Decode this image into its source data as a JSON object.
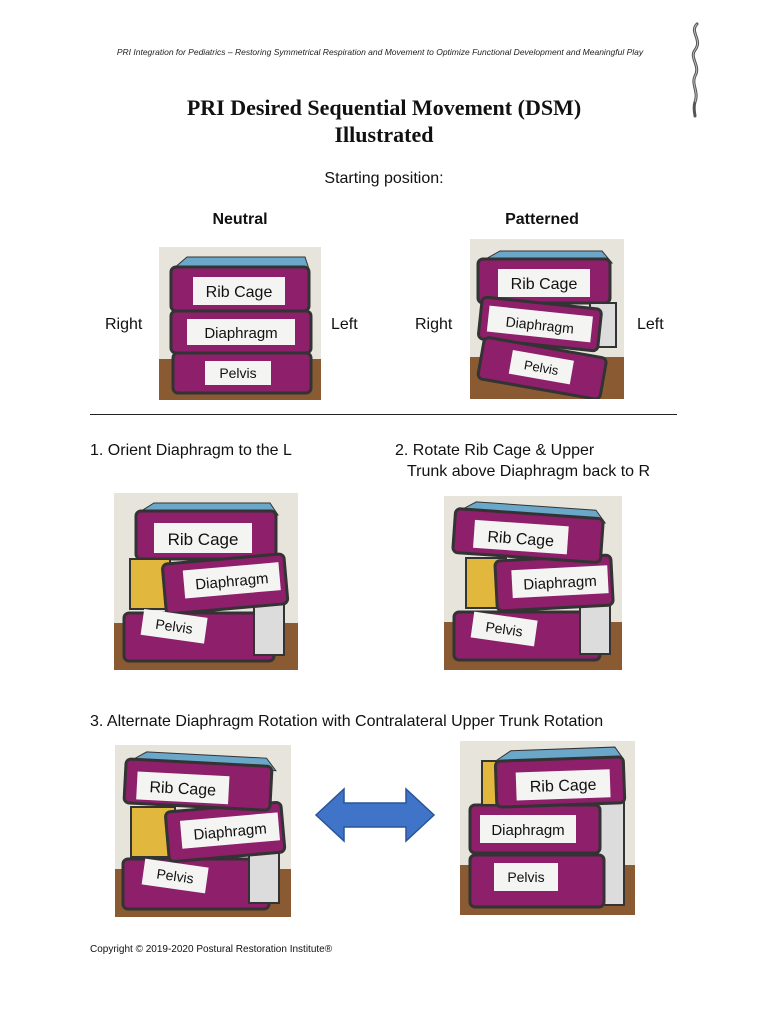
{
  "header": {
    "running_title": "PRI Integration for Pediatrics – Restoring Symmetrical Respiration and Movement to Optimize Functional Development and Meaningful Play"
  },
  "title": {
    "line1": "PRI Desired Sequential Movement (DSM)",
    "line2": "Illustrated"
  },
  "starting_position": "Starting position:",
  "columns": {
    "neutral": "Neutral",
    "patterned": "Patterned"
  },
  "sides": {
    "right": "Right",
    "left": "Left"
  },
  "cube_labels": {
    "rib_cage": "Rib Cage",
    "diaphragm": "Diaphragm",
    "pelvis": "Pelvis"
  },
  "steps": {
    "step1": "1. Orient Diaphragm to the L",
    "step2_line1": "2. Rotate Rib Cage & Upper",
    "step2_line2": "Trunk above Diaphragm back to R",
    "step3": "3. Alternate Diaphragm Rotation with Contralateral Upper Trunk Rotation"
  },
  "copyright": "Copyright © 2019-2020 Postural Restoration Institute®",
  "colors": {
    "cube_magenta": "#8e1f6b",
    "cube_top_blue": "#6aa7c9",
    "arrow_blue": "#3f74c9",
    "wood": "#8a5a33",
    "wall": "#e7e4dc"
  },
  "icons": {
    "logo": "spine-logo-icon",
    "arrow": "double-arrow-icon"
  }
}
